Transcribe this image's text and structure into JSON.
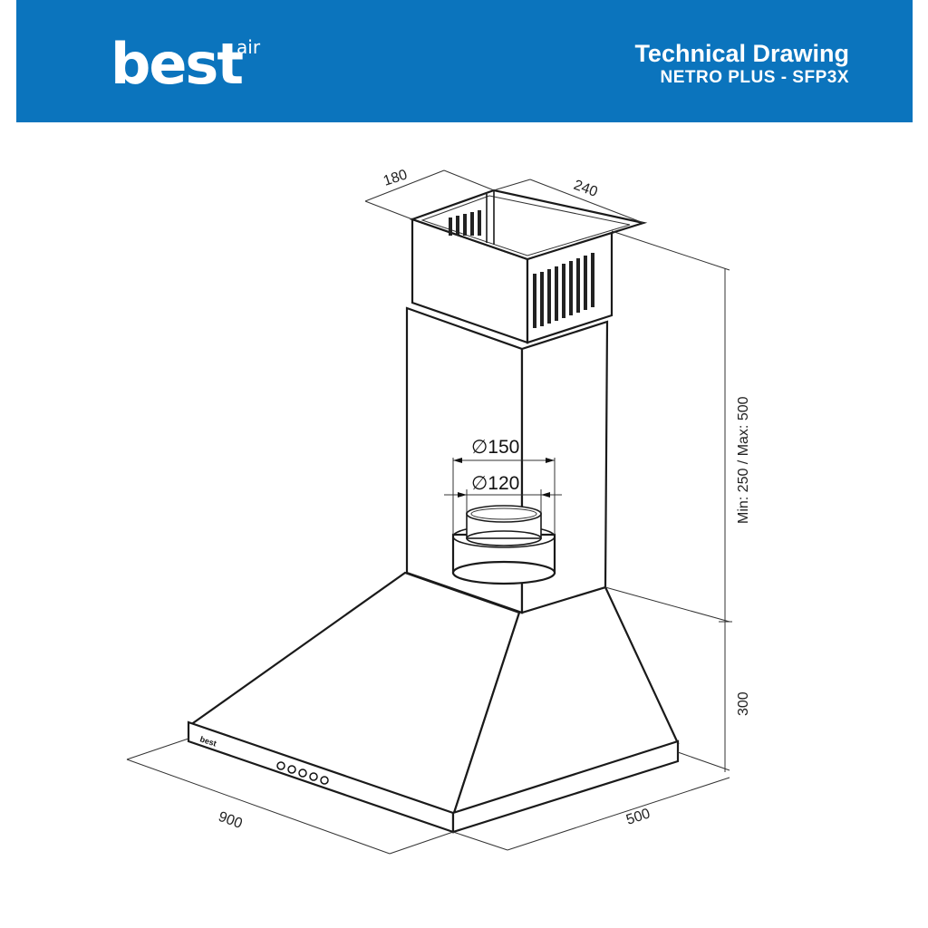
{
  "header": {
    "brand": "best",
    "brand_sup": "air",
    "title": "Technical Drawing",
    "subtitle": "NETRO PLUS - SFP3X",
    "bg_color": "#0b74bd"
  },
  "drawing": {
    "dims": {
      "chimney_depth": "180",
      "chimney_width": "240",
      "chimney_height": "Min: 250  /  Max: 500",
      "hood_height": "300",
      "hood_width": "900",
      "hood_depth": "500",
      "outlet_outer": "∅150",
      "outlet_inner": "∅120"
    },
    "hood_logo": "best",
    "control_buttons": 5
  }
}
